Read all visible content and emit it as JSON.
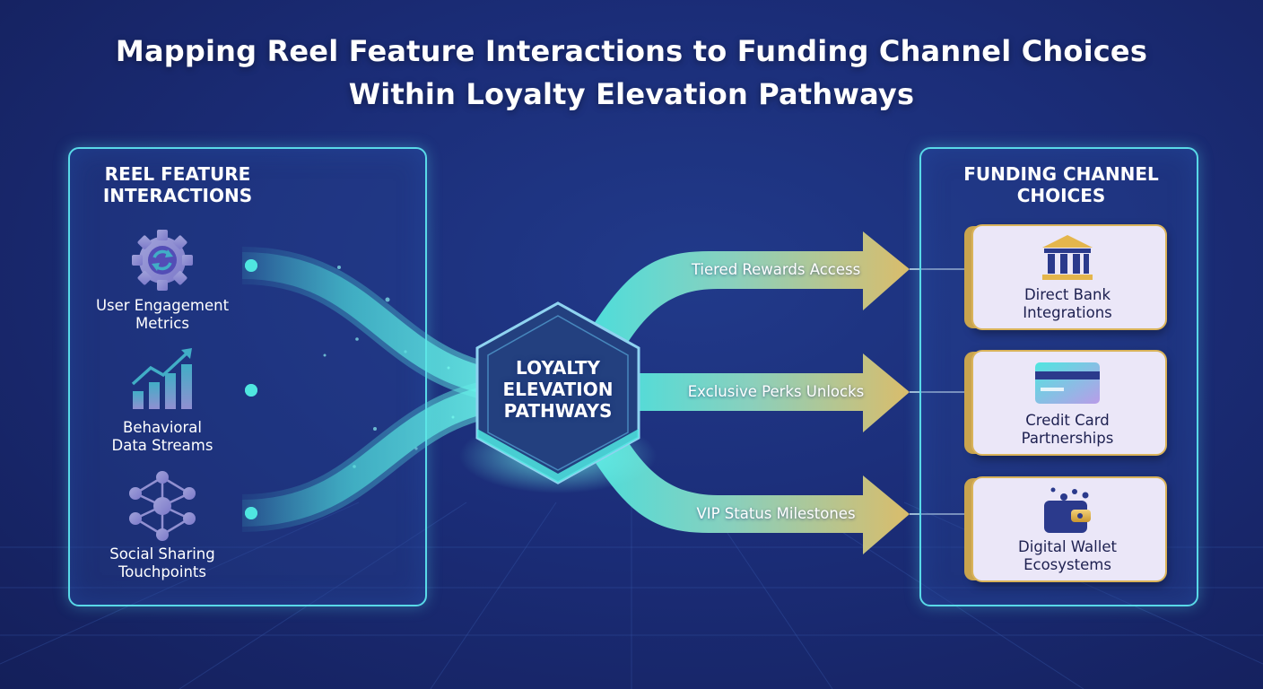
{
  "title": {
    "line1": "Mapping Reel Feature Interactions to Funding Channel Choices",
    "line2": "Within Loyalty Elevation Pathways"
  },
  "left_panel": {
    "heading_line1": "REEL FEATURE",
    "heading_line2": "INTERACTIONS",
    "items": [
      {
        "line1": "User Engagement",
        "line2": "Metrics",
        "icon": "gear-sync-icon"
      },
      {
        "line1": "Behavioral",
        "line2": "Data Streams",
        "icon": "bar-chart-trend-icon"
      },
      {
        "line1": "Social Sharing",
        "line2": "Touchpoints",
        "icon": "network-nodes-icon"
      }
    ]
  },
  "hub": {
    "line1": "LOYALTY",
    "line2": "ELEVATION",
    "line3": "PATHWAYS"
  },
  "arrows": [
    {
      "label": "Tiered Rewards Access"
    },
    {
      "label": "Exclusive Perks Unlocks"
    },
    {
      "label": "VIP Status Milestones"
    }
  ],
  "right_panel": {
    "heading_line1": "FUNDING CHANNEL",
    "heading_line2": "CHOICES",
    "cards": [
      {
        "line1": "Direct Bank",
        "line2": "Integrations",
        "icon": "bank-building-icon"
      },
      {
        "line1": "Credit Card",
        "line2": "Partnerships",
        "icon": "credit-card-icon"
      },
      {
        "line1": "Digital Wallet",
        "line2": "Ecosystems",
        "icon": "wallet-coins-icon"
      }
    ]
  },
  "colors": {
    "background": "#1b2d78",
    "accent_cyan": "#4fe6e0",
    "panel_border": "#59d9e8",
    "gold": "#e4c46a",
    "card_background": "#ebe7f8",
    "icon_purple": "#c9b8f2"
  }
}
